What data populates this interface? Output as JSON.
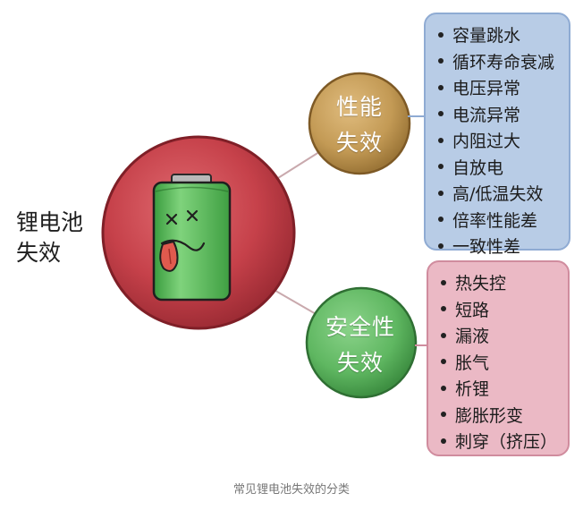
{
  "root": {
    "label_line1": "锂电池",
    "label_line2": "失效"
  },
  "performance": {
    "label_line1": "性能",
    "label_line2": "失效",
    "items": [
      "容量跳水",
      "循环寿命衰减",
      "电压异常",
      "电流异常",
      "内阻过大",
      "自放电",
      "高/低温失效",
      "倍率性能差",
      "一致性差"
    ]
  },
  "safety": {
    "label_line1": "安全性",
    "label_line2": "失效",
    "items": [
      "热失控",
      "短路",
      "漏液",
      "胀气",
      "析锂",
      "膨胀形变",
      "刺穿（挤压）"
    ]
  },
  "caption": "常见锂电池失效的分类",
  "colors": {
    "root_circle": "#c6414a",
    "performance_node": "#c39a55",
    "safety_node": "#5fb761",
    "performance_panel": "#b8cce6",
    "safety_panel": "#ebb9c5",
    "battery_body": "#4db34f",
    "battery_cap": "#b9b9b9",
    "tongue": "#e05a4e"
  }
}
